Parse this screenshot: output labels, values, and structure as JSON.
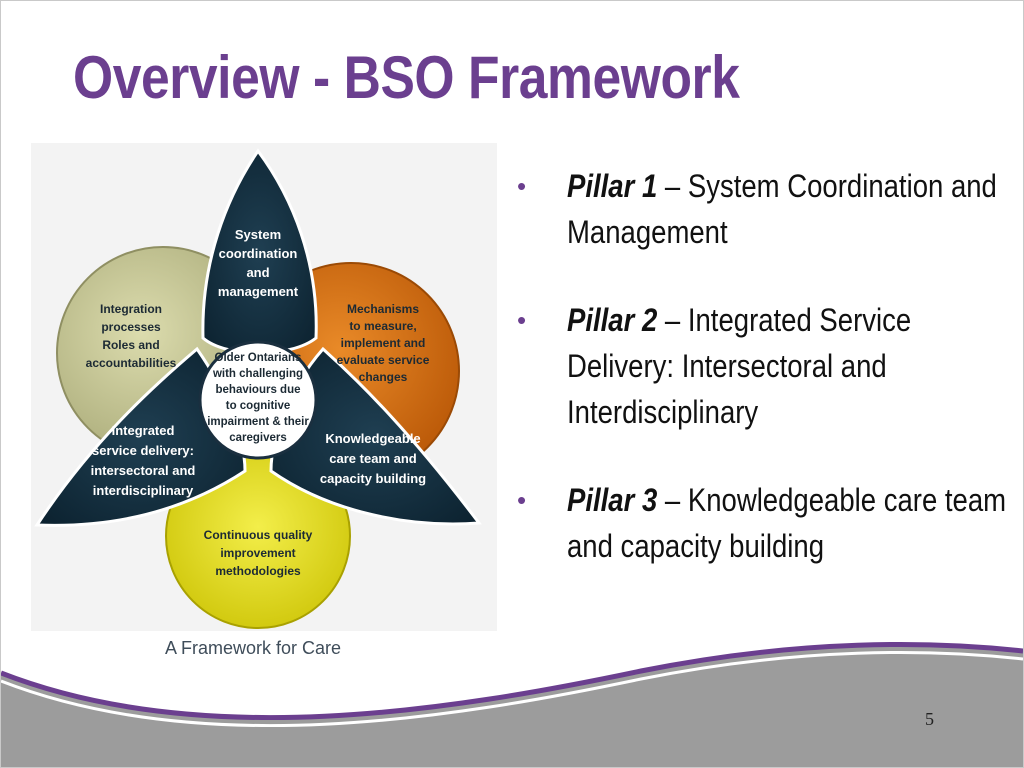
{
  "slide": {
    "title": "Overview - BSO Framework",
    "page_number": "5"
  },
  "diagram": {
    "caption": "A Framework for Care",
    "center": [
      "Older Ontarians",
      "with challenging",
      "behaviours due",
      "to cognitive",
      "impairment & their",
      "caregivers"
    ],
    "petals": {
      "top": [
        "System",
        "coordination",
        "and",
        "management"
      ],
      "bottom_right": [
        "Knowledgeable",
        "care team and",
        "capacity building"
      ],
      "bottom_left": [
        "Integrated",
        "service delivery:",
        "intersectoral and",
        "interdisciplinary"
      ]
    },
    "circles": {
      "left": [
        "Integration",
        "processes",
        "Roles and",
        "accountabilities"
      ],
      "right": [
        "Mechanisms",
        "to measure,",
        "implement and",
        "evaluate service",
        "changes"
      ],
      "bottom": [
        "Continuous quality",
        "improvement",
        "methodologies"
      ]
    },
    "colors": {
      "petal": "#0f2a3a",
      "olive": "#b8b98a",
      "orange": "#d46a10",
      "yellow": "#e3dc19",
      "center": "#ffffff"
    }
  },
  "bullets": [
    {
      "strong": "Pillar 1",
      "text": " – System Coordination and Management"
    },
    {
      "strong": "Pillar 2",
      "text": " – Integrated Service Delivery: Intersectoral and Interdisciplinary"
    },
    {
      "strong": "Pillar 3",
      "text": " – Knowledgeable care team and capacity building"
    }
  ],
  "theme": {
    "accent": "#6b3f8f",
    "footer_gray": "#9c9c9c"
  }
}
